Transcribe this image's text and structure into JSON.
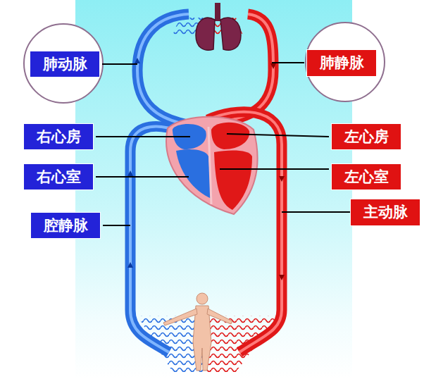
{
  "diagram": {
    "nodes": [
      {
        "text": [
          "肺动脉"
        ]
      },
      {
        "text": [
          "肺静脉"
        ]
      },
      {
        "text": [
          "右心房"
        ]
      },
      {
        "text": [
          "左心房"
        ]
      },
      {
        "text": [
          "右心室"
        ]
      },
      {
        "text": [
          "左心室"
        ]
      },
      {
        "text": [
          "腔静脉"
        ]
      },
      {
        "text": [
          "主动脉"
        ]
      }
    ]
  }
}
